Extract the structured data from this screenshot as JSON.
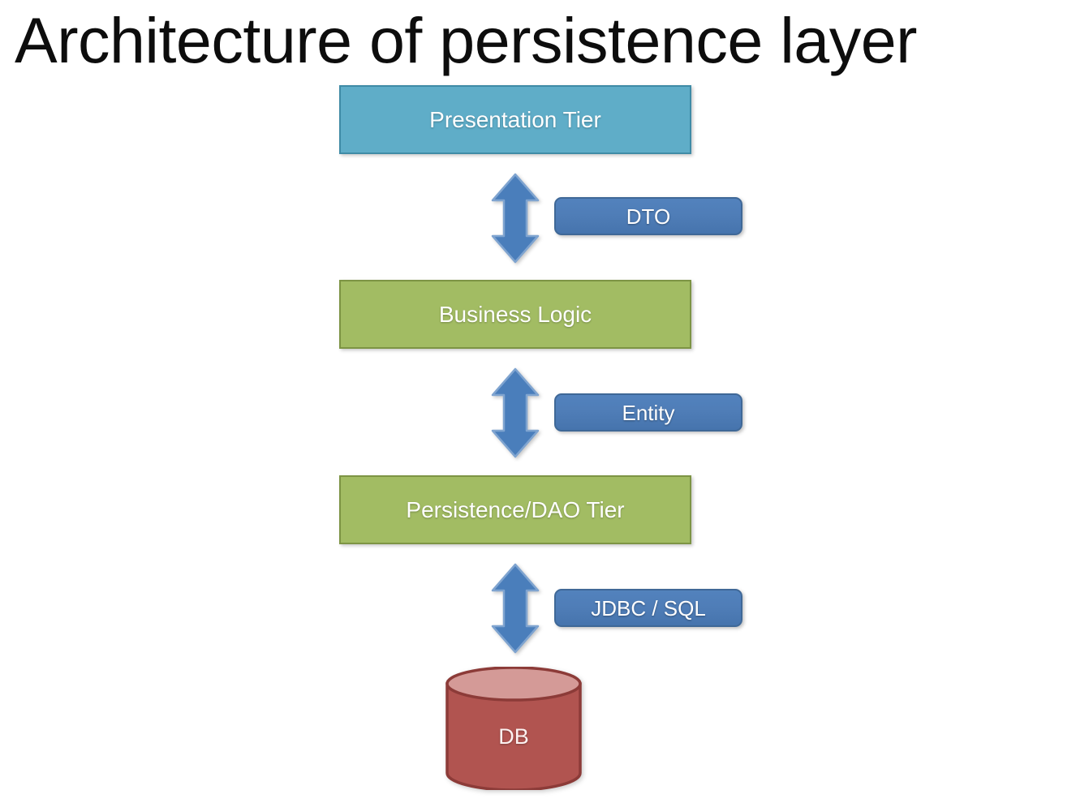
{
  "slide": {
    "title": "Architecture of persistence layer",
    "background_color": "#ffffff"
  },
  "diagram": {
    "type": "layered-architecture",
    "tiers": [
      {
        "id": "presentation-tier",
        "label": "Presentation Tier",
        "fill_color": "#5fadc8",
        "border_color": "#3f8ba6",
        "text_color": "#ffffff"
      },
      {
        "id": "business-logic",
        "label": "Business Logic",
        "fill_color": "#a2bc63",
        "border_color": "#7d9444",
        "text_color": "#ffffff"
      },
      {
        "id": "persistence-dao-tier",
        "label": "Persistence/DAO Tier",
        "fill_color": "#a2bc63",
        "border_color": "#7d9444",
        "text_color": "#ffffff"
      }
    ],
    "connectors": [
      {
        "id": "connector-dto",
        "icon": "double-headed-vertical-arrow",
        "arrow_color": "#4a7ebb",
        "badge_label": "DTO",
        "badge_color": "#4f7db7",
        "between": [
          "presentation-tier",
          "business-logic"
        ]
      },
      {
        "id": "connector-entity",
        "icon": "double-headed-vertical-arrow",
        "arrow_color": "#4a7ebb",
        "badge_label": "Entity",
        "badge_color": "#4f7db7",
        "between": [
          "business-logic",
          "persistence-dao-tier"
        ]
      },
      {
        "id": "connector-jdbc-sql",
        "icon": "double-headed-vertical-arrow",
        "arrow_color": "#4a7ebb",
        "badge_label": "JDBC / SQL",
        "badge_color": "#4f7db7",
        "between": [
          "persistence-dao-tier",
          "database"
        ]
      }
    ],
    "database": {
      "id": "database",
      "label": "DB",
      "shape": "cylinder",
      "body_color": "#b15450",
      "top_color": "#d49a97",
      "border_color": "#8c3b38",
      "text_color": "#fdf2f1"
    }
  }
}
